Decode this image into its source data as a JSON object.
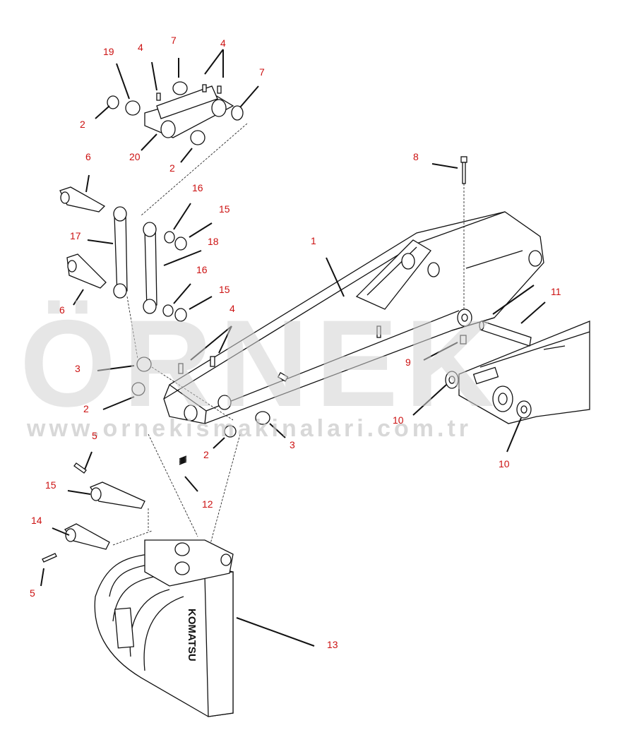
{
  "watermark": {
    "brand": "ÖRNEK",
    "url": "www.ornekismakinalari.com.tr"
  },
  "bucket_stamp": "KOMATSU",
  "callouts": [
    {
      "id": "c1",
      "text": "1"
    },
    {
      "id": "c2a",
      "text": "2"
    },
    {
      "id": "c2b",
      "text": "2"
    },
    {
      "id": "c2c",
      "text": "2"
    },
    {
      "id": "c2d",
      "text": "2"
    },
    {
      "id": "c3a",
      "text": "3"
    },
    {
      "id": "c3b",
      "text": "3"
    },
    {
      "id": "c4a",
      "text": "4"
    },
    {
      "id": "c4b",
      "text": "4"
    },
    {
      "id": "c4c",
      "text": "4"
    },
    {
      "id": "c5a",
      "text": "5"
    },
    {
      "id": "c5b",
      "text": "5"
    },
    {
      "id": "c6a",
      "text": "6"
    },
    {
      "id": "c6b",
      "text": "6"
    },
    {
      "id": "c7a",
      "text": "7"
    },
    {
      "id": "c7b",
      "text": "7"
    },
    {
      "id": "c8",
      "text": "8"
    },
    {
      "id": "c9",
      "text": "9"
    },
    {
      "id": "c10a",
      "text": "10"
    },
    {
      "id": "c10b",
      "text": "10"
    },
    {
      "id": "c11",
      "text": "11"
    },
    {
      "id": "c12",
      "text": "12"
    },
    {
      "id": "c13",
      "text": "13"
    },
    {
      "id": "c14",
      "text": "14"
    },
    {
      "id": "c15a",
      "text": "15"
    },
    {
      "id": "c15b",
      "text": "15"
    },
    {
      "id": "c15c",
      "text": "15"
    },
    {
      "id": "c16a",
      "text": "16"
    },
    {
      "id": "c16b",
      "text": "16"
    },
    {
      "id": "c17",
      "text": "17"
    },
    {
      "id": "c18",
      "text": "18"
    },
    {
      "id": "c19",
      "text": "19"
    },
    {
      "id": "c20",
      "text": "20"
    }
  ]
}
